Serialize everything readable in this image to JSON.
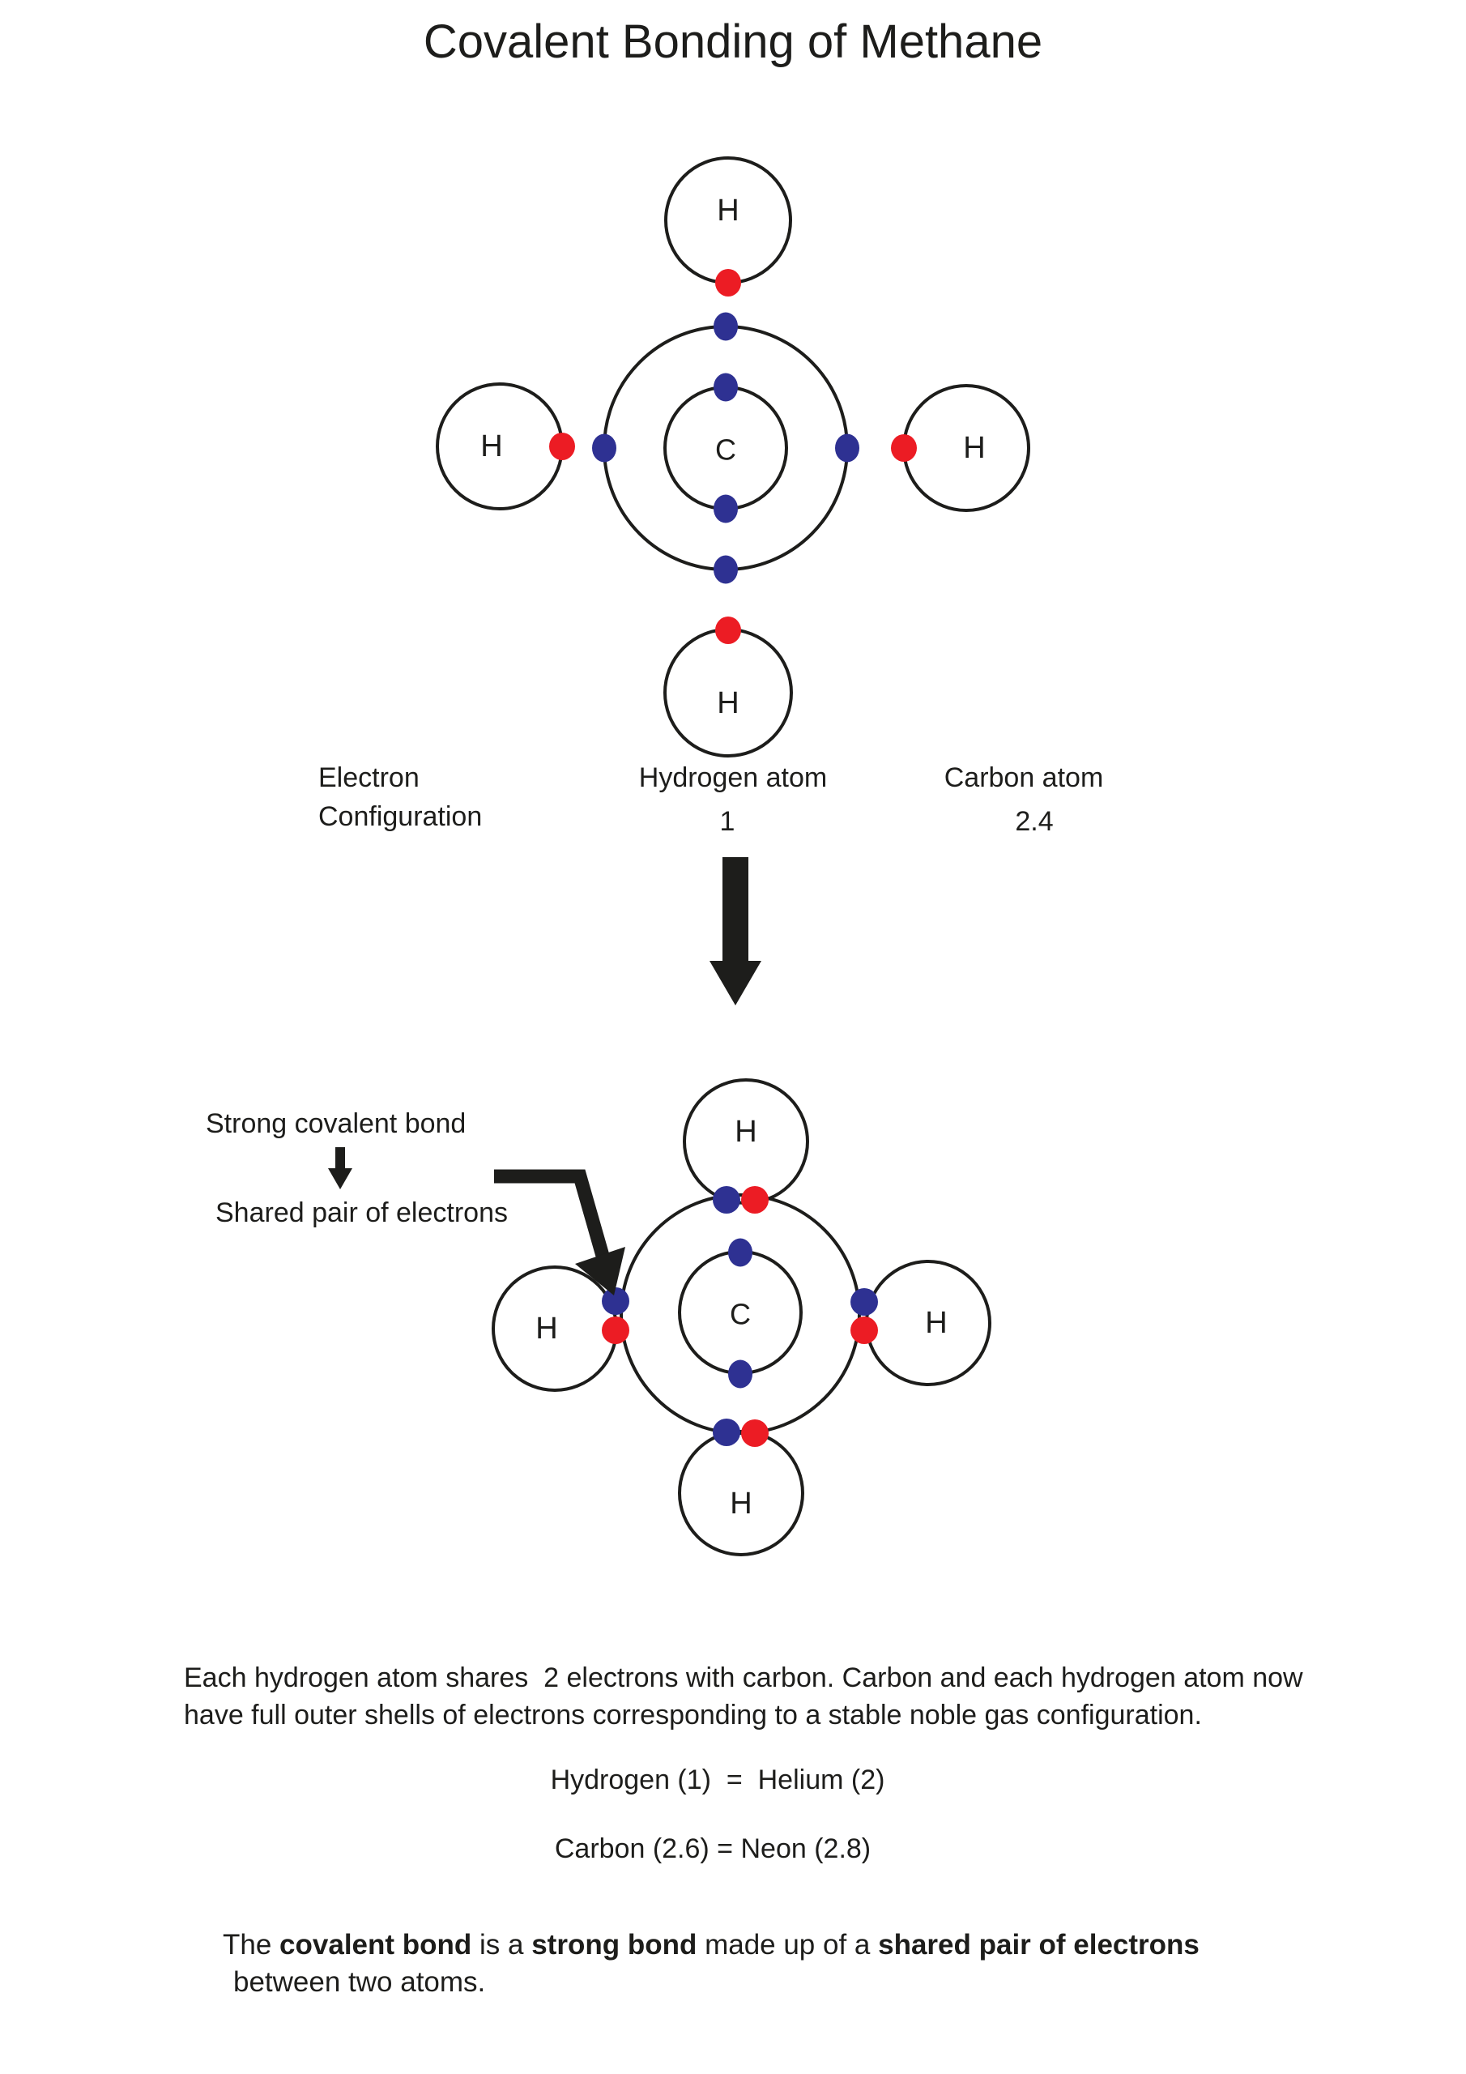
{
  "title": "Covalent Bonding of Methane",
  "symbols": {
    "hydrogen": "H",
    "carbon": "C"
  },
  "colors": {
    "electron_blue": "#2E3192",
    "electron_red": "#EC1C24",
    "line": "#1d1d1b"
  },
  "diagram1": {
    "caption_left_line1": "Electron",
    "caption_left_line2": "Configuration",
    "caption_center_label": "Hydrogen atom",
    "caption_center_value": "1",
    "caption_right_label": "Carbon atom",
    "caption_right_value": "2.4"
  },
  "diagram2": {
    "annotation_strong_bond": "Strong covalent bond",
    "annotation_shared_pair": "Shared pair of electrons"
  },
  "footer": {
    "paragraph": "Each hydrogen atom shares  2 electrons with carbon. Carbon and each hydrogen atom now\nhave full outer shells of electrons corresponding to a stable noble gas configuration.",
    "equation_hydrogen": "Hydrogen (1)  =  Helium (2)",
    "equation_carbon": "Carbon (2.6) = Neon (2.8)",
    "closing_segments": [
      {
        "text": "The ",
        "bold": false
      },
      {
        "text": "covalent bond",
        "bold": true
      },
      {
        "text": " is a ",
        "bold": false
      },
      {
        "text": "strong bond",
        "bold": true
      },
      {
        "text": " made up of a ",
        "bold": false
      },
      {
        "text": "shared pair of electrons",
        "bold": true
      }
    ],
    "closing_line2": "between two atoms."
  }
}
